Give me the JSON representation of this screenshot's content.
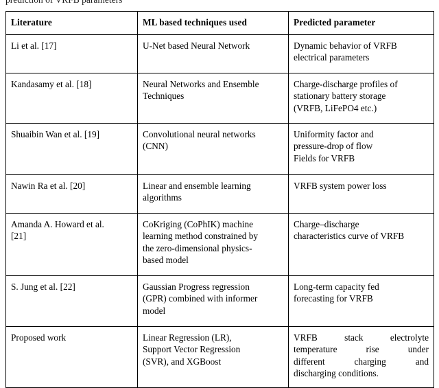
{
  "caption": {
    "text": "prediction of VRFB parameters"
  },
  "table": {
    "headers": [
      "Literature",
      "ML based techniques used",
      "Predicted parameter"
    ],
    "rows": [
      {
        "literature": [
          "Li et al. [17]"
        ],
        "techniques": [
          "U-Net based Neural Network"
        ],
        "parameter": [
          "Dynamic behavior of VRFB",
          "electrical parameters"
        ],
        "parameter_justified": false
      },
      {
        "literature": [
          "Kandasamy et al. [18]"
        ],
        "techniques": [
          "Neural Networks and Ensemble",
          "Techniques"
        ],
        "parameter": [
          "Charge-discharge profiles of",
          "stationary battery storage",
          "(VRFB, LiFePO4 etc.)"
        ],
        "parameter_justified": false
      },
      {
        "literature": [
          "Shuaibin Wan et al. [19]"
        ],
        "techniques": [
          "Convolutional neural networks",
          "(CNN)"
        ],
        "parameter": [
          "Uniformity factor and",
          "pressure-drop of flow",
          "Fields for VRFB"
        ],
        "parameter_justified": false
      },
      {
        "literature": [
          "Nawin Ra et al. [20]"
        ],
        "techniques": [
          "Linear and ensemble learning",
          "algorithms"
        ],
        "parameter": [
          "VRFB system power loss"
        ],
        "parameter_justified": false
      },
      {
        "literature": [
          "Amanda A. Howard et al.",
          "[21]"
        ],
        "techniques": [
          "CoKriging (CoPhIK) machine",
          "learning method constrained by",
          "the zero-dimensional physics-",
          "based model"
        ],
        "parameter": [
          "Charge–discharge",
          "characteristics curve of VRFB"
        ],
        "parameter_justified": false
      },
      {
        "literature": [
          "S. Jung et al. [22]"
        ],
        "techniques": [
          "Gaussian Progress regression",
          "(GPR) combined with informer",
          "model"
        ],
        "parameter": [
          "Long-term capacity fed",
          "forecasting for VRFB"
        ],
        "parameter_justified": false
      },
      {
        "literature": [
          "Proposed work"
        ],
        "techniques": [
          "Linear Regression (LR),",
          "Support Vector Regression",
          "(SVR), and XGBoost"
        ],
        "parameter": [
          "VRFB stack electrolyte",
          "temperature rise under",
          "different charging and",
          "discharging conditions."
        ],
        "parameter_justified": true
      }
    ]
  },
  "colors": {
    "border": "#000000",
    "text": "#000000",
    "background": "#ffffff"
  }
}
